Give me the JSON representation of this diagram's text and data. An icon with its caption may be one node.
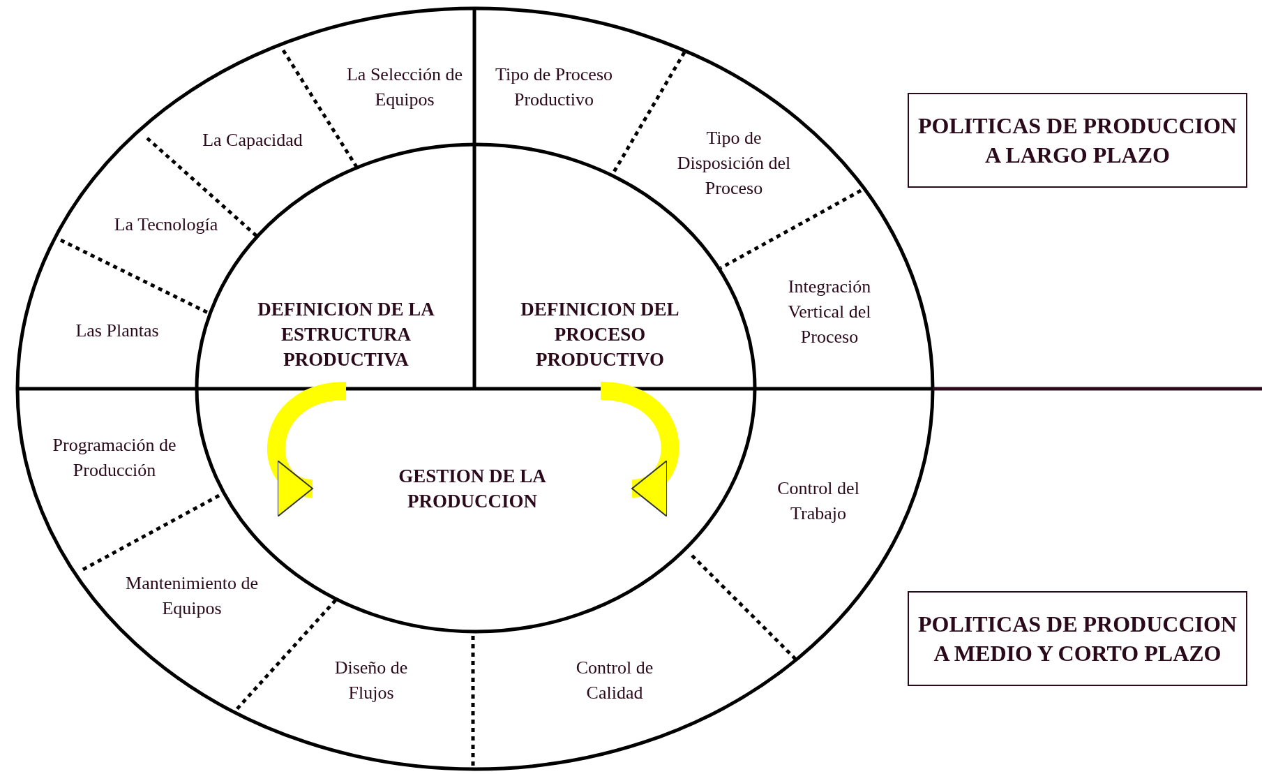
{
  "diagram": {
    "nodes": [
      {
        "text": [
          "La Selección de Equipos"
        ]
      },
      {
        "text": [
          "Tipo de Proceso Productivo"
        ]
      },
      {
        "text": [
          "La Capacidad"
        ]
      },
      {
        "text": [
          "Tipo de Disposición del Proceso"
        ]
      },
      {
        "text": [
          "La Tecnología"
        ]
      },
      {
        "text": [
          "Integración Vertical del Proceso"
        ]
      },
      {
        "text": [
          "Las Plantas"
        ]
      },
      {
        "text": [
          "DEFINICION DE LA ESTRUCTURA PRODUCTIVA"
        ]
      },
      {
        "text": [
          "DEFINICION DEL PROCESO PRODUCTIVO"
        ]
      },
      {
        "text": [
          "POLITICAS DE PRODUCCION A LARGO PLAZO"
        ]
      },
      {
        "text": [
          "Programación de Producción"
        ]
      },
      {
        "text": [
          "GESTION DE LA PRODUCCION"
        ]
      },
      {
        "text": [
          "Control del Trabajo"
        ]
      },
      {
        "text": [
          "Mantenimiento de Equipos"
        ]
      },
      {
        "text": [
          "POLITICAS DE PRODUCCION A MEDIO Y CORTO PLAZO"
        ]
      },
      {
        "text": [
          "Diseño de Flujos"
        ]
      },
      {
        "text": [
          "Control de Calidad"
        ]
      }
    ],
    "edges": [
      {
        "from": 7,
        "to": 11,
        "arrow": "to",
        "color": "#ffff00"
      },
      {
        "from": 8,
        "to": 11,
        "arrow": "to",
        "color": "#ffff00"
      }
    ]
  }
}
